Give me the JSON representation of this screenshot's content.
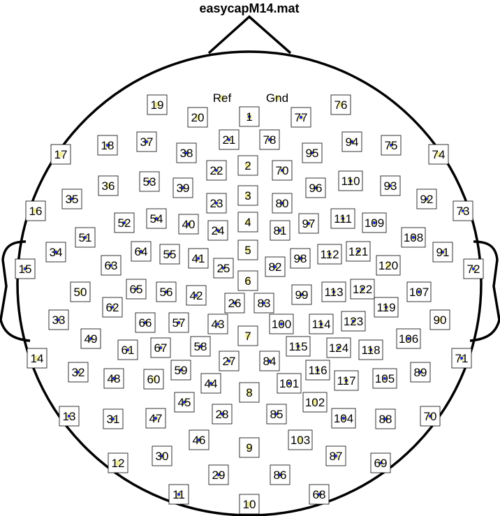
{
  "title": "easycapM14.mat",
  "colors": {
    "outline": "#000000",
    "box_fill": "#ffffff",
    "dot": "#1f2dd6",
    "halo": "#f3ee9a"
  },
  "electrodes": [
    {
      "label": "19",
      "box": true,
      "dot": false
    },
    {
      "label": "Ref",
      "box": false,
      "dot": false
    },
    {
      "label": "Gnd",
      "box": false,
      "dot": false
    },
    {
      "label": "76",
      "box": true,
      "dot": false
    },
    {
      "label": "20",
      "box": true,
      "dot": false
    },
    {
      "label": "1",
      "box": true,
      "dot": true
    },
    {
      "label": "77",
      "box": true,
      "dot": true
    },
    {
      "label": "18",
      "box": true,
      "dot": true
    },
    {
      "label": "37",
      "box": true,
      "dot": true
    },
    {
      "label": "21",
      "box": true,
      "dot": true
    },
    {
      "label": "78",
      "box": true,
      "dot": true
    },
    {
      "label": "94",
      "box": true,
      "dot": true
    },
    {
      "label": "75",
      "box": true,
      "dot": true
    },
    {
      "label": "17",
      "box": true,
      "dot": false
    },
    {
      "label": "38",
      "box": true,
      "dot": true
    },
    {
      "label": "95",
      "box": true,
      "dot": true
    },
    {
      "label": "74",
      "box": true,
      "dot": false
    },
    {
      "label": "2",
      "box": true,
      "dot": false
    },
    {
      "label": "22",
      "box": true,
      "dot": true
    },
    {
      "label": "70",
      "box": true,
      "dot": true
    },
    {
      "label": "36",
      "box": true,
      "dot": false
    },
    {
      "label": "53",
      "box": true,
      "dot": true
    },
    {
      "label": "39",
      "box": true,
      "dot": true
    },
    {
      "label": "96",
      "box": true,
      "dot": true
    },
    {
      "label": "110",
      "box": true,
      "dot": true
    },
    {
      "label": "93",
      "box": true,
      "dot": true
    },
    {
      "label": "35",
      "box": true,
      "dot": true
    },
    {
      "label": "3",
      "box": true,
      "dot": false
    },
    {
      "label": "23",
      "box": true,
      "dot": true
    },
    {
      "label": "80",
      "box": true,
      "dot": true
    },
    {
      "label": "92",
      "box": true,
      "dot": true
    },
    {
      "label": "16",
      "box": true,
      "dot": false
    },
    {
      "label": "73",
      "box": true,
      "dot": true
    },
    {
      "label": "52",
      "box": true,
      "dot": true
    },
    {
      "label": "54",
      "box": true,
      "dot": true
    },
    {
      "label": "40",
      "box": true,
      "dot": true
    },
    {
      "label": "4",
      "box": true,
      "dot": false
    },
    {
      "label": "24",
      "box": true,
      "dot": true
    },
    {
      "label": "81",
      "box": true,
      "dot": true
    },
    {
      "label": "97",
      "box": true,
      "dot": true
    },
    {
      "label": "111",
      "box": true,
      "dot": true
    },
    {
      "label": "109",
      "box": true,
      "dot": true
    },
    {
      "label": "51",
      "box": true,
      "dot": true
    },
    {
      "label": "108",
      "box": true,
      "dot": true
    },
    {
      "label": "34",
      "box": true,
      "dot": true
    },
    {
      "label": "64",
      "box": true,
      "dot": true
    },
    {
      "label": "55",
      "box": true,
      "dot": true
    },
    {
      "label": "41",
      "box": true,
      "dot": true
    },
    {
      "label": "5",
      "box": true,
      "dot": false
    },
    {
      "label": "25",
      "box": true,
      "dot": true
    },
    {
      "label": "82",
      "box": true,
      "dot": true
    },
    {
      "label": "98",
      "box": true,
      "dot": true
    },
    {
      "label": "112",
      "box": true,
      "dot": true
    },
    {
      "label": "121",
      "box": true,
      "dot": true
    },
    {
      "label": "91",
      "box": true,
      "dot": true
    },
    {
      "label": "15",
      "box": true,
      "dot": true
    },
    {
      "label": "63",
      "box": true,
      "dot": true
    },
    {
      "label": "120",
      "box": true,
      "dot": false
    },
    {
      "label": "72",
      "box": true,
      "dot": true
    },
    {
      "label": "6",
      "box": true,
      "dot": false
    },
    {
      "label": "50",
      "box": true,
      "dot": false
    },
    {
      "label": "65",
      "box": true,
      "dot": true
    },
    {
      "label": "56",
      "box": true,
      "dot": true
    },
    {
      "label": "42",
      "box": true,
      "dot": true
    },
    {
      "label": "99",
      "box": true,
      "dot": true
    },
    {
      "label": "113",
      "box": true,
      "dot": true
    },
    {
      "label": "122",
      "box": true,
      "dot": true
    },
    {
      "label": "107",
      "box": true,
      "dot": true
    },
    {
      "label": "62",
      "box": true,
      "dot": true
    },
    {
      "label": "26",
      "box": true,
      "dot": true
    },
    {
      "label": "83",
      "box": true,
      "dot": true
    },
    {
      "label": "119",
      "box": true,
      "dot": true
    },
    {
      "label": "33",
      "box": true,
      "dot": true
    },
    {
      "label": "66",
      "box": true,
      "dot": true
    },
    {
      "label": "57",
      "box": true,
      "dot": true
    },
    {
      "label": "43",
      "box": true,
      "dot": true
    },
    {
      "label": "100",
      "box": true,
      "dot": true
    },
    {
      "label": "114",
      "box": true,
      "dot": true
    },
    {
      "label": "123",
      "box": true,
      "dot": true
    },
    {
      "label": "90",
      "box": true,
      "dot": false
    },
    {
      "label": "49",
      "box": true,
      "dot": true
    },
    {
      "label": "7",
      "box": true,
      "dot": false
    },
    {
      "label": "106",
      "box": true,
      "dot": true
    },
    {
      "label": "61",
      "box": true,
      "dot": true
    },
    {
      "label": "67",
      "box": true,
      "dot": true
    },
    {
      "label": "58",
      "box": true,
      "dot": true
    },
    {
      "label": "115",
      "box": true,
      "dot": true
    },
    {
      "label": "124",
      "box": true,
      "dot": true
    },
    {
      "label": "118",
      "box": true,
      "dot": true
    },
    {
      "label": "14",
      "box": true,
      "dot": false
    },
    {
      "label": "27",
      "box": true,
      "dot": true
    },
    {
      "label": "84",
      "box": true,
      "dot": true
    },
    {
      "label": "71",
      "box": true,
      "dot": true
    },
    {
      "label": "59",
      "box": true,
      "dot": true
    },
    {
      "label": "116",
      "box": true,
      "dot": true
    },
    {
      "label": "32",
      "box": true,
      "dot": true
    },
    {
      "label": "48",
      "box": true,
      "dot": true
    },
    {
      "label": "60",
      "box": true,
      "dot": false
    },
    {
      "label": "44",
      "box": true,
      "dot": true
    },
    {
      "label": "101",
      "box": true,
      "dot": true
    },
    {
      "label": "117",
      "box": true,
      "dot": true
    },
    {
      "label": "105",
      "box": true,
      "dot": true
    },
    {
      "label": "89",
      "box": true,
      "dot": true
    },
    {
      "label": "8",
      "box": true,
      "dot": false
    },
    {
      "label": "45",
      "box": true,
      "dot": true
    },
    {
      "label": "102",
      "box": true,
      "dot": false
    },
    {
      "label": "13",
      "box": true,
      "dot": true
    },
    {
      "label": "31",
      "box": true,
      "dot": true
    },
    {
      "label": "47",
      "box": true,
      "dot": true
    },
    {
      "label": "28",
      "box": true,
      "dot": true
    },
    {
      "label": "85",
      "box": true,
      "dot": true
    },
    {
      "label": "104",
      "box": true,
      "dot": true
    },
    {
      "label": "88",
      "box": true,
      "dot": true
    },
    {
      "label": "70",
      "box": true,
      "dot": true
    },
    {
      "label": "46",
      "box": true,
      "dot": true
    },
    {
      "label": "103",
      "box": true,
      "dot": false
    },
    {
      "label": "9",
      "box": true,
      "dot": false
    },
    {
      "label": "30",
      "box": true,
      "dot": true
    },
    {
      "label": "87",
      "box": true,
      "dot": true
    },
    {
      "label": "12",
      "box": true,
      "dot": false
    },
    {
      "label": "69",
      "box": true,
      "dot": true
    },
    {
      "label": "29",
      "box": true,
      "dot": true
    },
    {
      "label": "86",
      "box": true,
      "dot": true
    },
    {
      "label": "11",
      "box": true,
      "dot": true
    },
    {
      "label": "68",
      "box": true,
      "dot": true
    },
    {
      "label": "10",
      "box": true,
      "dot": false
    }
  ]
}
